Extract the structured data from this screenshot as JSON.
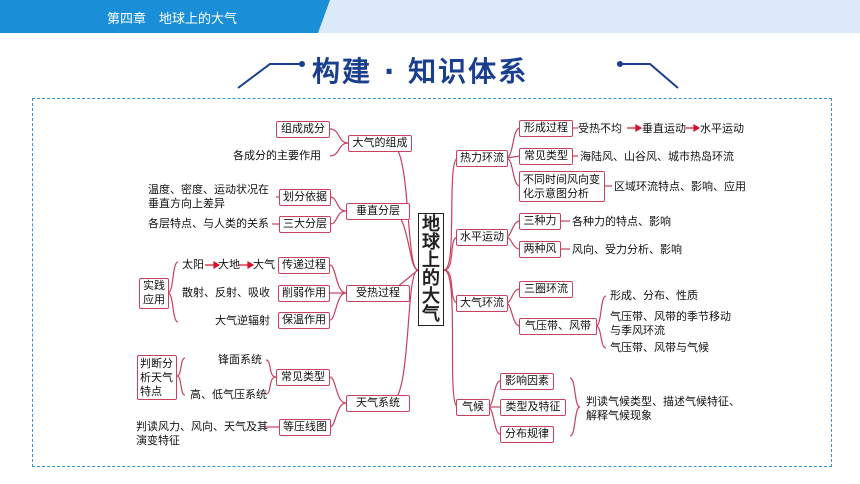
{
  "header": {
    "chapter_title": "第四章　地球上的大气"
  },
  "banner": {
    "title": "构建 · 知识体系"
  },
  "center": {
    "label": "地球上的大气"
  },
  "left": {
    "composition": {
      "label": "大气的组成",
      "items": [
        "组成成分",
        "各成分的主要作用"
      ]
    },
    "vertical": {
      "label": "垂直分层",
      "items": [
        {
          "label": "划分依据",
          "note": "温度、密度、运动状况在垂直方向上差异"
        },
        {
          "label": "三大分层",
          "note": "各层特点、与人类的关系"
        }
      ]
    },
    "heating": {
      "label": "受热过程",
      "practice": "实践应用",
      "items": [
        {
          "label": "传递过程",
          "flow": [
            "太阳",
            "大地",
            "大气"
          ]
        },
        {
          "label": "削弱作用",
          "note": "散射、反射、吸收"
        },
        {
          "label": "保温作用",
          "note": "大气逆辐射"
        }
      ]
    },
    "weather": {
      "label": "天气系统",
      "items": [
        {
          "label": "常见类型",
          "sub": [
            "锋面系统",
            "高、低气压系统"
          ],
          "practice": "判断分析天气特点"
        },
        {
          "label": "等压线图",
          "note": "判读风力、风向、天气及其演变特征"
        }
      ]
    }
  },
  "right": {
    "thermal": {
      "label": "热力环流",
      "items": [
        {
          "label": "形成过程",
          "flow": [
            "受热不均",
            "垂直运动",
            "水平运动"
          ]
        },
        {
          "label": "常见类型",
          "note": "海陆风、山谷风、城市热岛环流"
        },
        {
          "label": "不同时间风向变化示意图分析",
          "note": "区域环流特点、影响、应用"
        }
      ]
    },
    "horizontal": {
      "label": "水平运动",
      "items": [
        {
          "label": "三种力",
          "note": "各种力的特点、影响"
        },
        {
          "label": "两种风",
          "note": "风向、受力分析、影响"
        }
      ]
    },
    "circulation": {
      "label": "大气环流",
      "items": [
        {
          "label": "三圈环流"
        },
        {
          "label": "气压带、风带",
          "notes": [
            "形成、分布、性质",
            "气压带、风带的季节移动与季风环流",
            "气压带、风带与气候"
          ]
        }
      ]
    },
    "climate": {
      "label": "气候",
      "items": [
        "影响因素",
        "类型及特征",
        "分布规律"
      ],
      "note": "判读气候类型、描述气候特征、解释气候现象"
    }
  },
  "colors": {
    "accent": "#1a8fd8",
    "box_border": "#c8415e",
    "line": "#c8415e",
    "arrow": "#d8102a",
    "banner": "#1a3f8f"
  }
}
